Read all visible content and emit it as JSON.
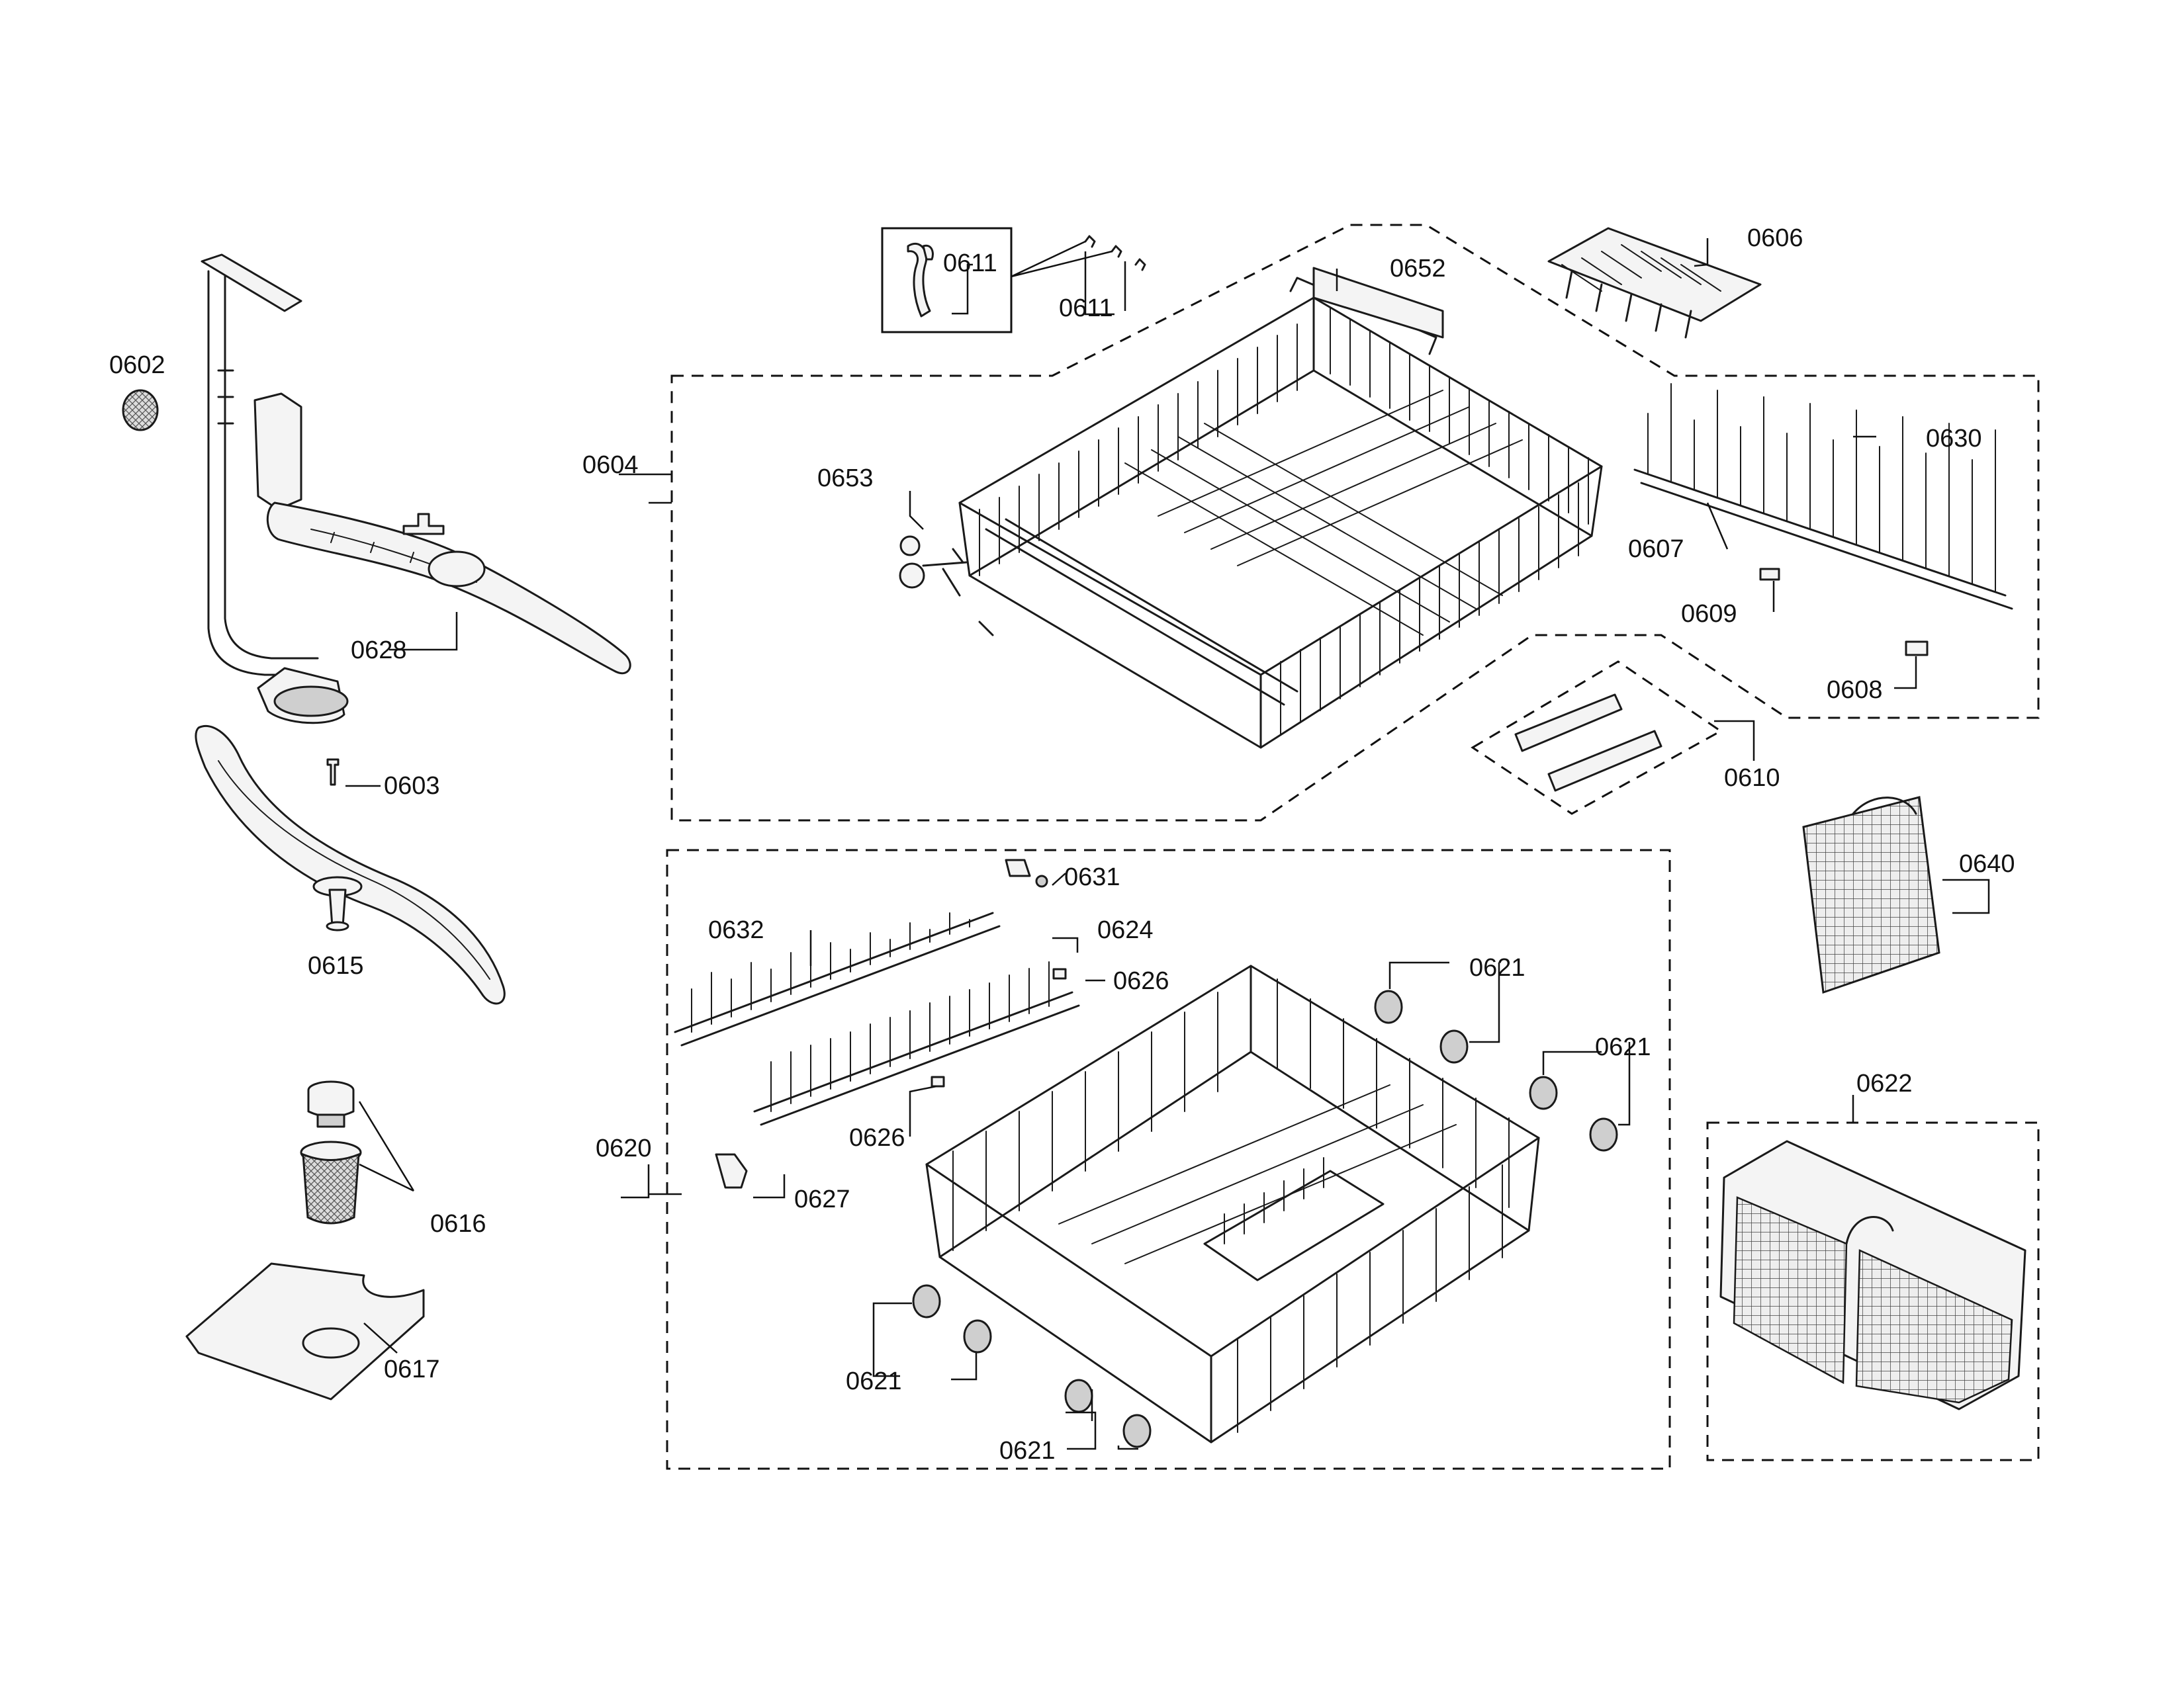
{
  "labels": {
    "p0602": "0602",
    "p0603": "0603",
    "p0604": "0604",
    "p0606": "0606",
    "p0607": "0607",
    "p0608": "0608",
    "p0609": "0609",
    "p0610": "0610",
    "p0611a": "0611",
    "p0611b": "0611",
    "p0615": "0615",
    "p0616": "0616",
    "p0617": "0617",
    "p0620": "0620",
    "p0621a": "0621",
    "p0621b": "0621",
    "p0621c": "0621",
    "p0621d": "0621",
    "p0622": "0622",
    "p0624": "0624",
    "p0626a": "0626",
    "p0626b": "0626",
    "p0627": "0627",
    "p0628": "0628",
    "p0630": "0630",
    "p0631": "0631",
    "p0632": "0632",
    "p0640": "0640",
    "p0652": "0652",
    "p0653": "0653"
  }
}
